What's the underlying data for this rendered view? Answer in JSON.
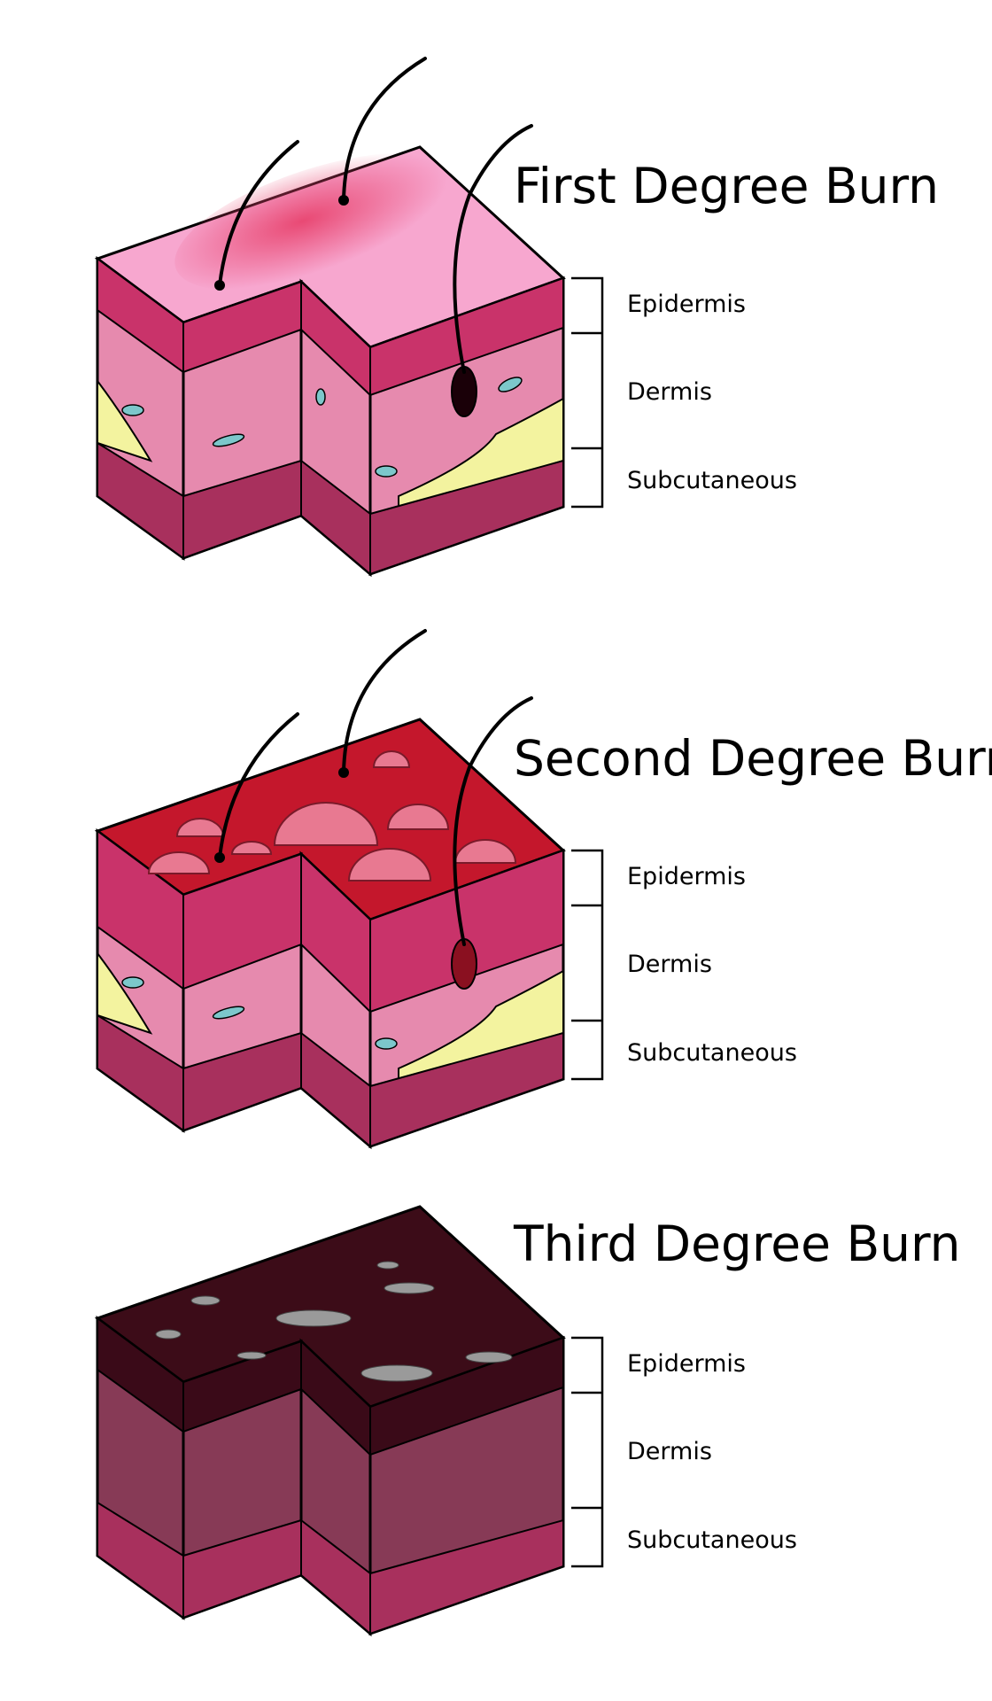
{
  "panels": [
    {
      "title": "First Degree Burn",
      "layers": [
        "Epidermis",
        "Dermis",
        "Subcutaneous"
      ]
    },
    {
      "title": "Second Degree Burn",
      "layers": [
        "Epidermis",
        "Dermis",
        "Subcutaneous"
      ]
    },
    {
      "title": "Third Degree Burn",
      "layers": [
        "Epidermis",
        "Dermis",
        "Subcutaneous"
      ]
    }
  ],
  "colors": {
    "first_surface": "#f7a7cf",
    "first_burn": "#e8446f",
    "epidermis": "#c9336a",
    "dermis": "#e68aae",
    "fat": "#f3f39f",
    "subcutaneous": "#a8305d",
    "second_surface": "#c4172c",
    "blister": "#e87991",
    "third_surface": "#3c0c18",
    "third_body": "#873a56",
    "vessel": "#7cc7cb"
  }
}
